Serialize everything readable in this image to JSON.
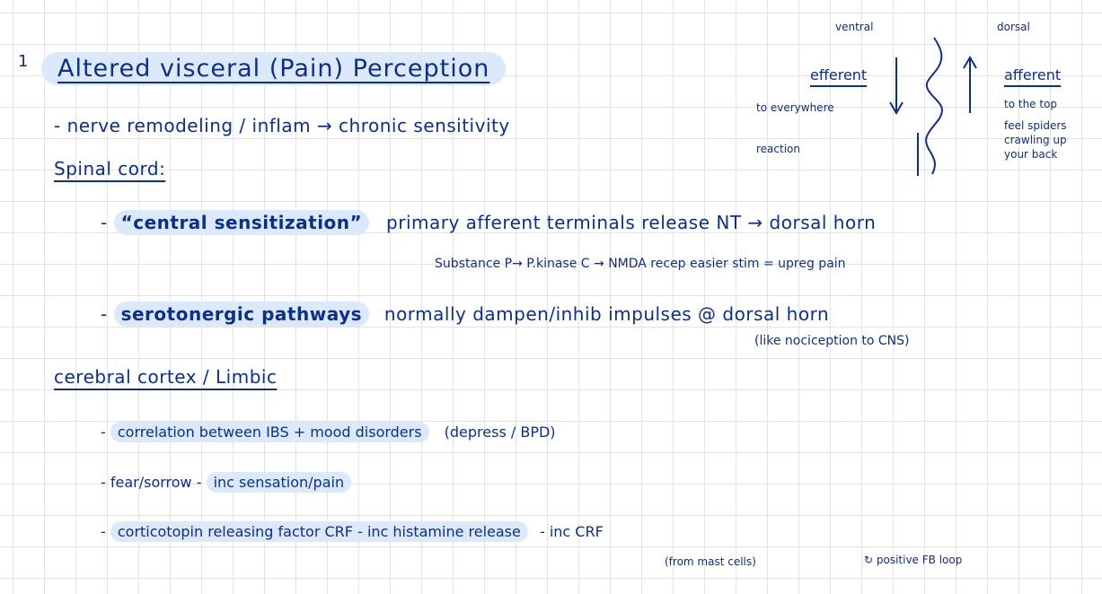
{
  "note_number": "1",
  "title": "Altered visceral (Pain) Perception",
  "line_nerve": "- nerve remodeling / inflam → chronic sensitivity",
  "spinal_heading": "Spinal cord:",
  "central": {
    "dash": "- ",
    "term": "“central sensitization”",
    "text": "primary afferent terminals release NT → dorsal horn",
    "detail": "Substance P→ P.kinase C  → NMDA recep easier stim = upreg pain"
  },
  "serotonergic": {
    "dash": "- ",
    "term": "serotonergic pathways",
    "text": "normally dampen/inhib impulses @ dorsal horn",
    "detail": "(like nociception to CNS)"
  },
  "cortex_heading": "cerebral cortex / Limbic",
  "cortex_items": {
    "correlation": {
      "dash": "- ",
      "term": "correlation between IBS + mood disorders",
      "text": "(depress / BPD)"
    },
    "fear": {
      "text": "- fear/sorrow - ",
      "term": "inc sensation/pain"
    },
    "crf": {
      "dash": "- ",
      "term": "corticotopin releasing factor CRF - inc histamine release",
      "text": "- inc CRF",
      "detail_a": "(from mast cells)",
      "detail_b": "↻ positive FB loop"
    }
  },
  "diagram": {
    "ventral": "ventral",
    "dorsal": "dorsal",
    "efferent": "efferent",
    "efferent_note": "to everywhere",
    "reaction": "reaction",
    "afferent": "afferent",
    "afferent_note_1": "to the top",
    "afferent_note_2": "feel spiders",
    "afferent_note_3": "crawling up",
    "afferent_note_4": "your back"
  },
  "colors": {
    "ink": "#0d2f8a",
    "highlight": "#dbe9fb",
    "grid": "#e3e3e6"
  }
}
